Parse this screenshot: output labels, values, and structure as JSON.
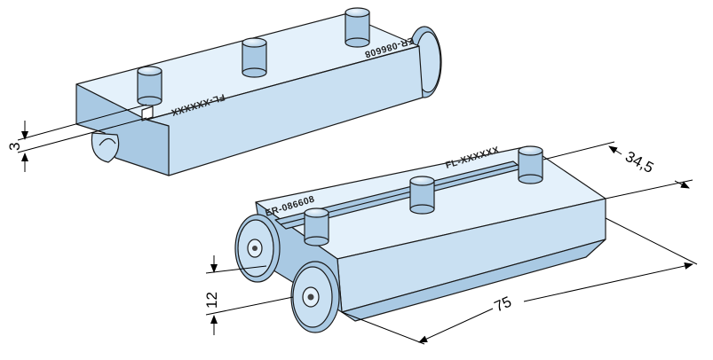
{
  "colors": {
    "top_face": "#e4f1fb",
    "front_face": "#c9e0f2",
    "side_face": "#a9c9e3",
    "edge": "#1a1a1a",
    "dimension": "#000000"
  },
  "part_top": {
    "engraving_part_no": "ER-086608",
    "engraving_code": "FL-XXXXXX",
    "pin_count": 3
  },
  "part_bottom": {
    "engraving_part_no": "ER-086608",
    "engraving_code": "FL-XXXXXX",
    "pin_count": 3
  },
  "dimensions": {
    "width": "34,5",
    "length": "75",
    "height": "12",
    "step": "3"
  }
}
